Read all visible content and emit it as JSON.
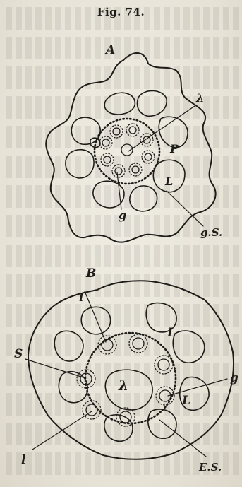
{
  "caption": "Fig. 74.",
  "labels": {
    "upper_A": "A",
    "upper_lambda": "λ",
    "upper_P": "P",
    "upper_L": "L",
    "upper_gS": "g.S.",
    "upper_g": "g",
    "lower_B": "B",
    "lower_l_top": "l",
    "lower_S": "S",
    "lower_L_right": "L",
    "lower_g": "g",
    "lower_lambda": "λ",
    "lower_L_center": "L",
    "lower_l_bottom": "l",
    "lower_ES": "E.S."
  }
}
